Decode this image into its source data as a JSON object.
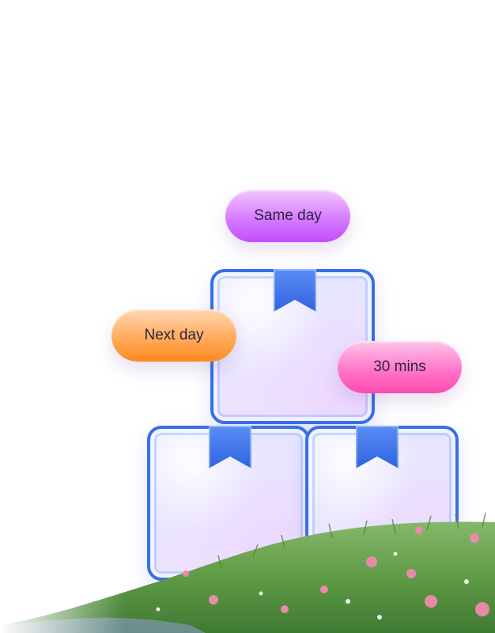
{
  "badges": {
    "same_day": "Same day",
    "next_day": "Next day",
    "thirty_mins": "30 mins"
  },
  "colors": {
    "box_border": "#3a6ee8",
    "same_day_pill": "#d77cff",
    "next_day_pill": "#ffac5c",
    "thirty_mins_pill": "#ff77c8",
    "grass": "#5f9a45"
  }
}
